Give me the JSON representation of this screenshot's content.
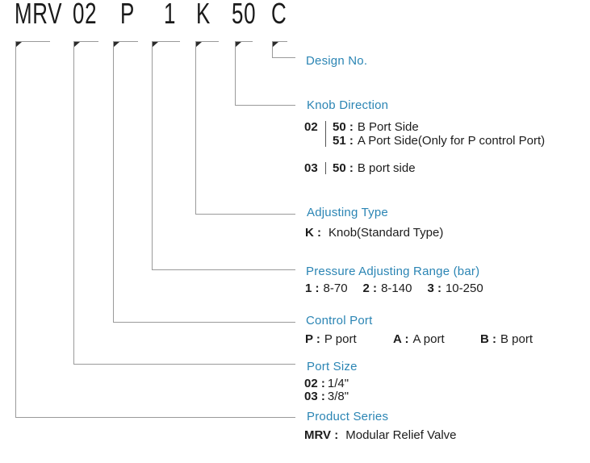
{
  "model_code": {
    "segments": [
      {
        "text": "MRV"
      },
      {
        "text": "02"
      },
      {
        "text": "P"
      },
      {
        "text": "1"
      },
      {
        "text": "K"
      },
      {
        "text": "50"
      },
      {
        "text": "C"
      }
    ]
  },
  "sections": {
    "design_no": {
      "title": "Design No."
    },
    "knob_direction": {
      "title": "Knob Direction",
      "rows": [
        {
          "key": "02",
          "options": [
            {
              "code": "50 :",
              "desc": "B Port Side"
            },
            {
              "code": "51 :",
              "desc": "A Port Side(Only for P control Port)"
            }
          ]
        },
        {
          "key": "03",
          "options": [
            {
              "code": "50 :",
              "desc": "B port side"
            }
          ]
        }
      ]
    },
    "adjusting_type": {
      "title": "Adjusting Type",
      "options": [
        {
          "code": "K :",
          "desc": "Knob(Standard Type)"
        }
      ]
    },
    "pressure_adjusting_range": {
      "title": "Pressure Adjusting Range (bar)",
      "options": [
        {
          "code": "1 :",
          "desc": "8-70"
        },
        {
          "code": "2 :",
          "desc": "8-140"
        },
        {
          "code": "3 :",
          "desc": "10-250"
        }
      ]
    },
    "control_port": {
      "title": "Control Port",
      "options": [
        {
          "code": "P :",
          "desc": "P port"
        },
        {
          "code": "A :",
          "desc": "A port"
        },
        {
          "code": "B :",
          "desc": "B port"
        }
      ]
    },
    "port_size": {
      "title": "Port Size",
      "options": [
        {
          "code": "02 :",
          "desc": "1/4\""
        },
        {
          "code": "03 :",
          "desc": "3/8\""
        }
      ]
    },
    "product_series": {
      "title": "Product Series",
      "options": [
        {
          "code": "MRV :",
          "desc": "Modular Relief Valve"
        }
      ]
    }
  },
  "colors": {
    "accent_blue": "#2b85b4",
    "text_dark": "#1c1c1c",
    "line_gray": "#9a9a9a"
  }
}
